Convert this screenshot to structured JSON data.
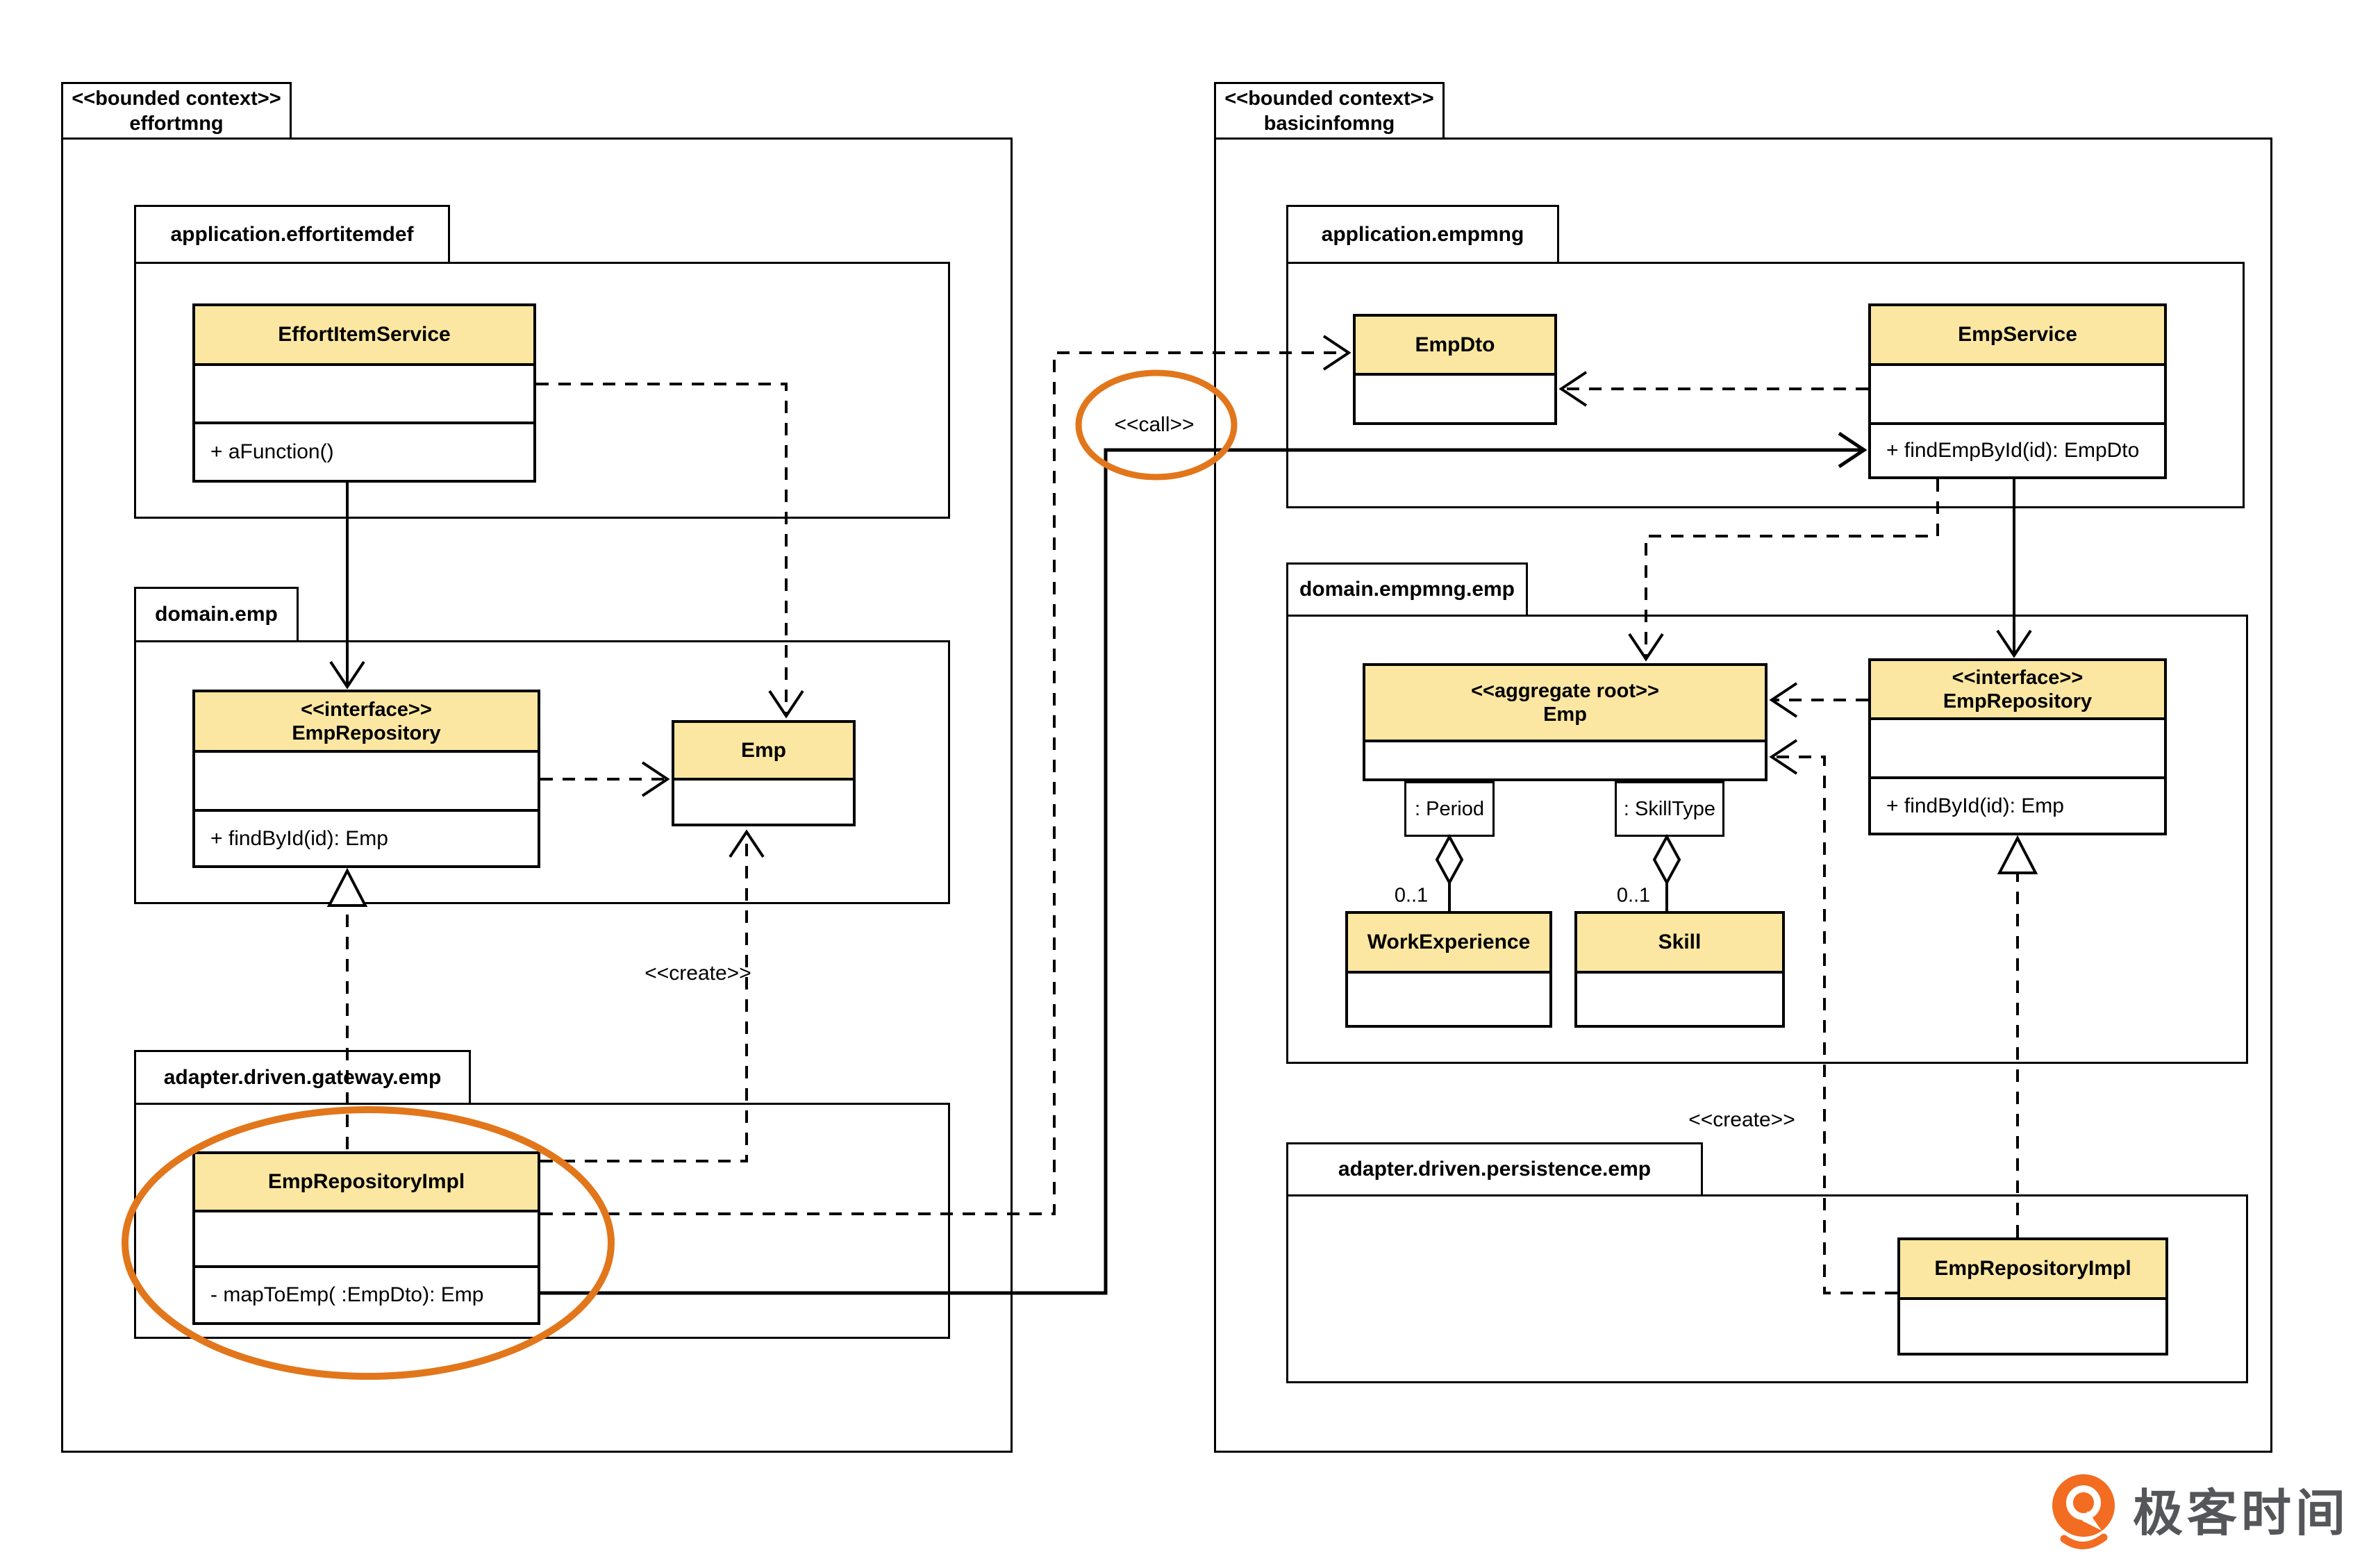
{
  "colors": {
    "class_header_fill": "#fbe7a1",
    "highlight_orange": "#e2761b",
    "line_black": "#000000",
    "logo_orange": "#f26c21",
    "logo_text_gray": "#55565a"
  },
  "left_context": {
    "stereotype": "<<bounded context>>",
    "name": "effortmng",
    "packages": {
      "effortitemdef": {
        "name": "application.effortitemdef"
      },
      "domain_emp": {
        "name": "domain.emp"
      },
      "gateway": {
        "name": "adapter.driven.gateway.emp"
      }
    },
    "classes": {
      "effort_item_service": {
        "name": "EffortItemService",
        "method": "+ aFunction()"
      },
      "emp_repository": {
        "stereotype": "<<interface>>",
        "name": "EmpRepository",
        "method": "+ findById(id): Emp"
      },
      "emp": {
        "name": "Emp"
      },
      "emp_repository_impl": {
        "name": "EmpRepositoryImpl",
        "method": "- mapToEmp( :EmpDto): Emp"
      }
    }
  },
  "right_context": {
    "stereotype": "<<bounded context>>",
    "name": "basicinfomng",
    "packages": {
      "empmng": {
        "name": "application.empmng"
      },
      "domain": {
        "name": "domain.empmng.emp"
      },
      "persistence": {
        "name": "adapter.driven.persistence.emp"
      }
    },
    "classes": {
      "emp_dto": {
        "name": "EmpDto"
      },
      "emp_service": {
        "name": "EmpService",
        "method": "+ findEmpById(id): EmpDto"
      },
      "emp_aggregate": {
        "stereotype": "<<aggregate root>>",
        "name": "Emp"
      },
      "period_port": {
        "name": ": Period"
      },
      "skill_type_port": {
        "name": ": SkillType"
      },
      "work_experience": {
        "name": "WorkExperience"
      },
      "skill": {
        "name": "Skill"
      },
      "emp_repository": {
        "stereotype": "<<interface>>",
        "name": "EmpRepository",
        "method": "+ findById(id): Emp"
      },
      "emp_repository_impl": {
        "name": "EmpRepositoryImpl"
      }
    }
  },
  "edge_labels": {
    "call": "<<call>>",
    "create_left": "<<create>>",
    "create_right": "<<create>>",
    "multiplicity_period": "0..1",
    "multiplicity_skill": "0..1"
  },
  "logo": {
    "text": "极客时间"
  }
}
